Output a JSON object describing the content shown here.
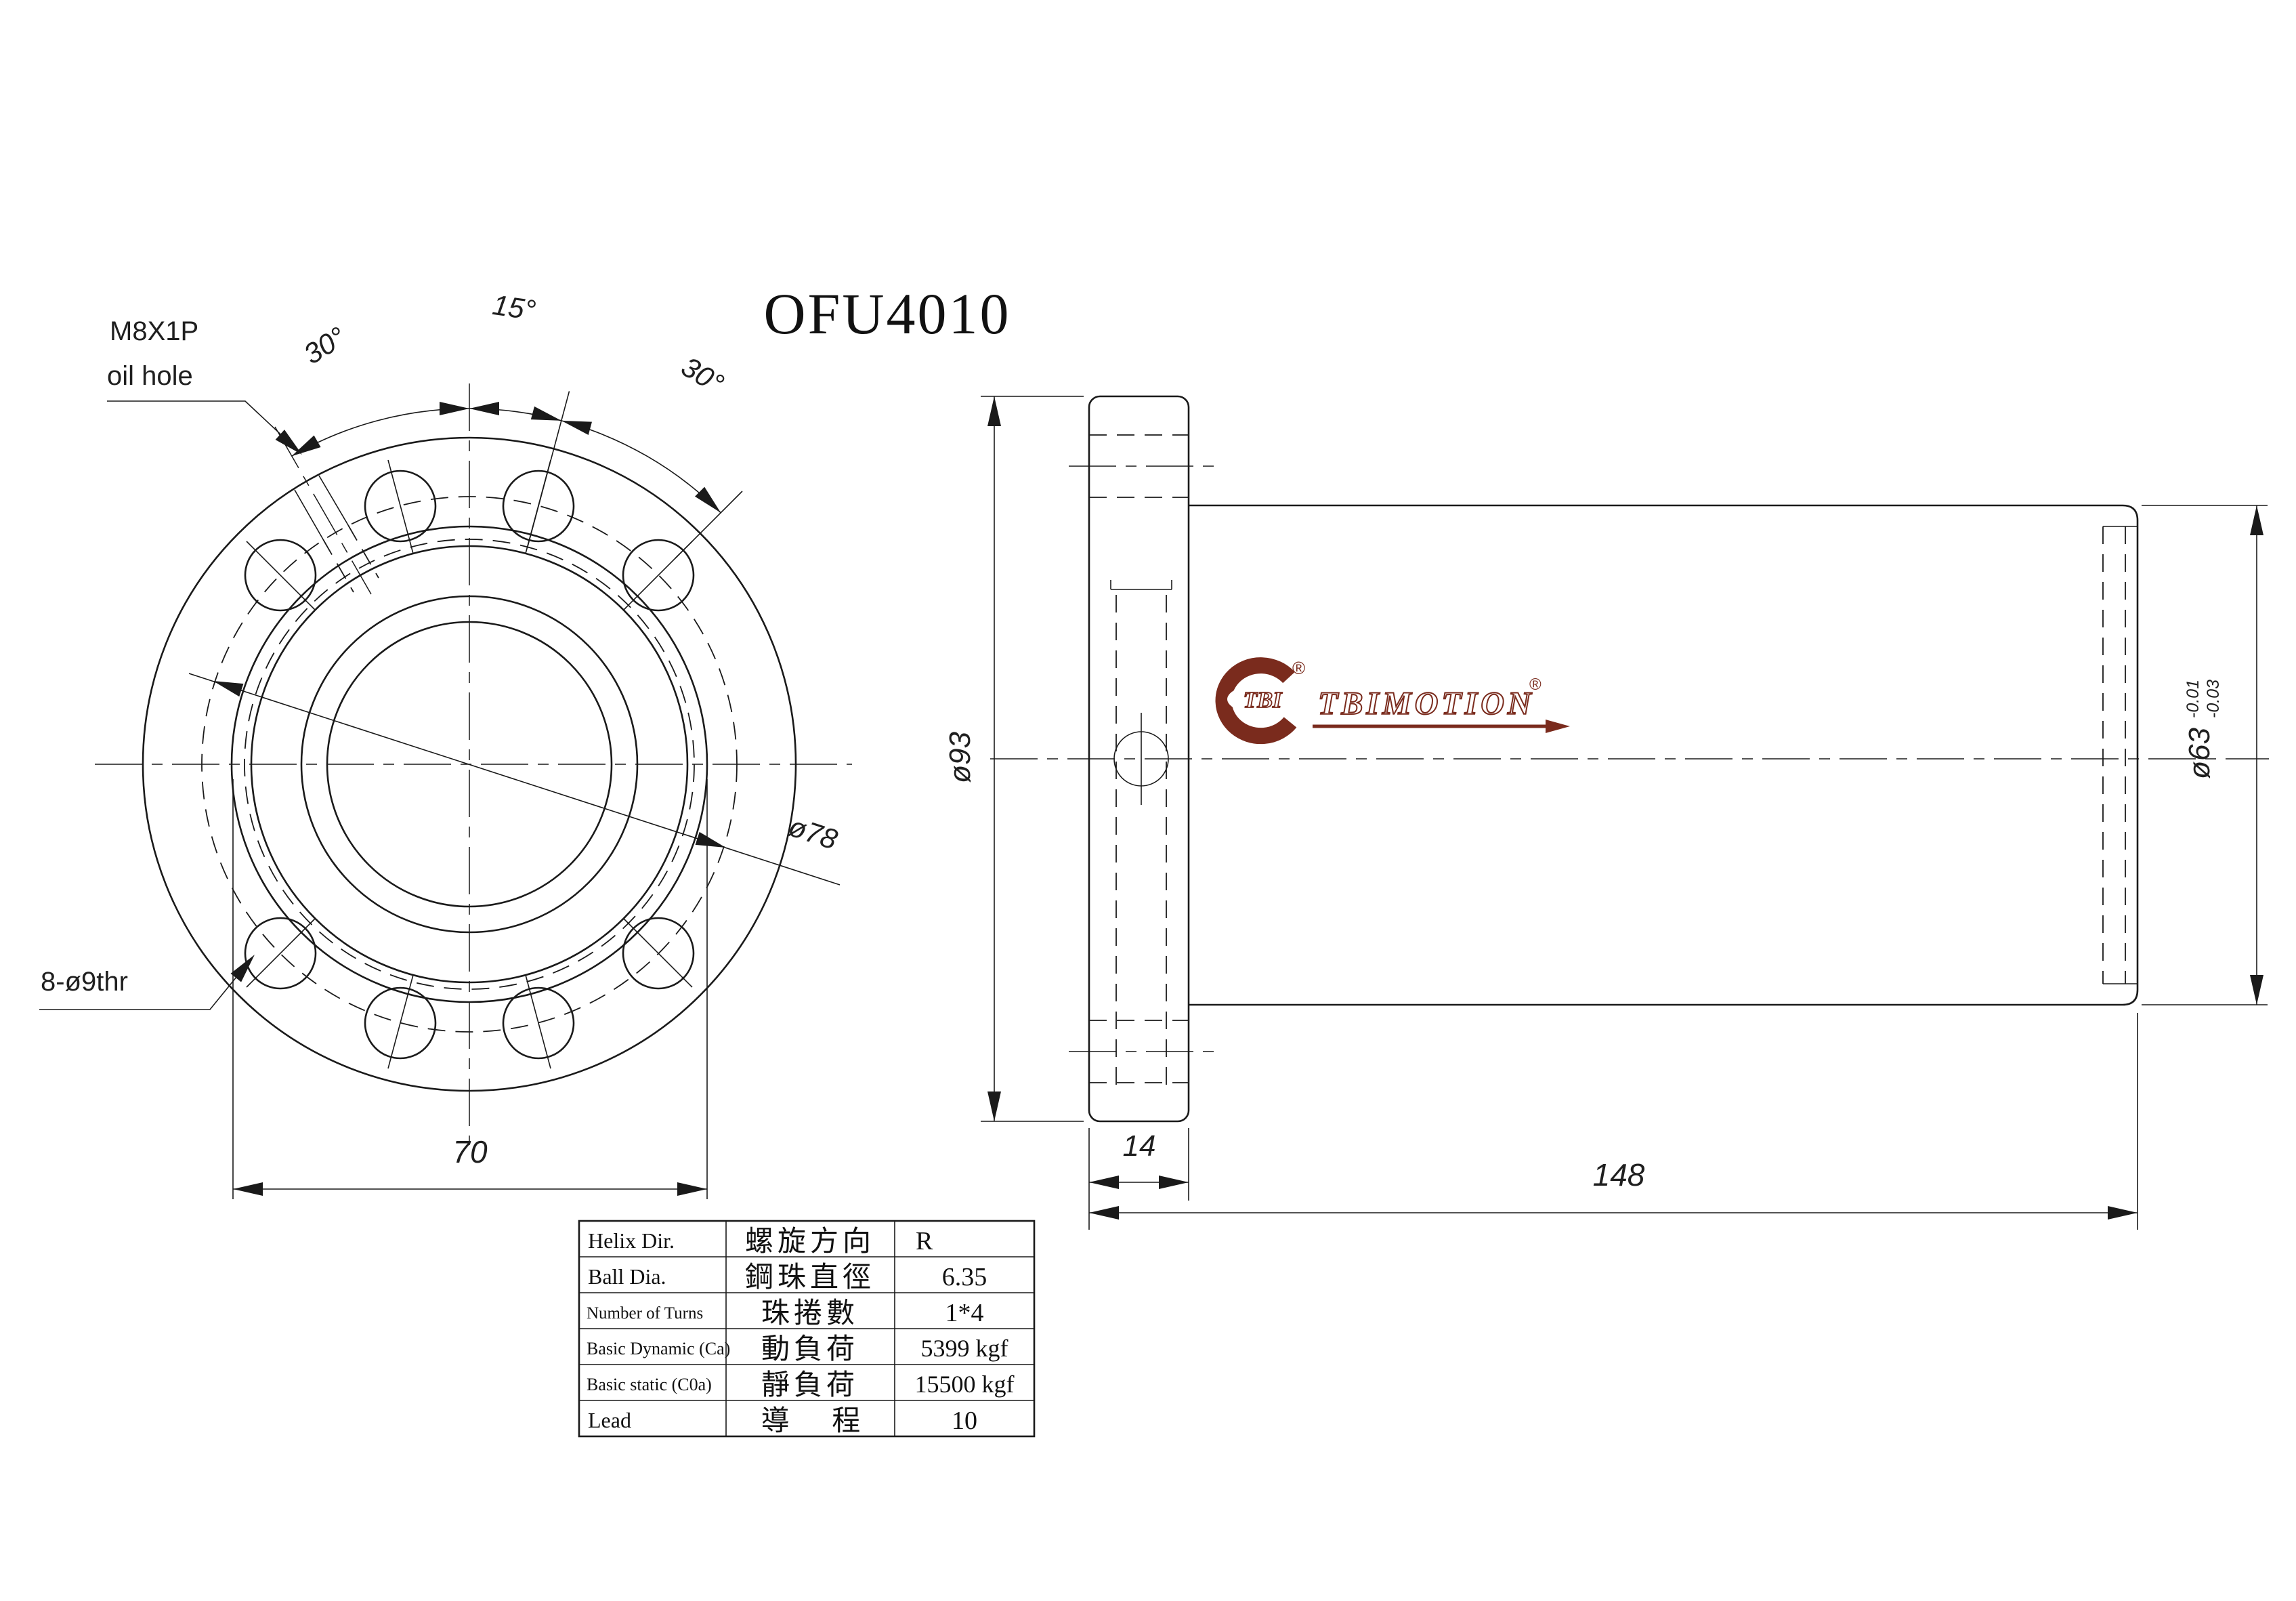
{
  "title": "OFU4010",
  "front_view": {
    "angle_left": "30°",
    "angle_mid": "15°",
    "angle_right": "30°",
    "oil_hole_label_1": "M8X1P",
    "oil_hole_label_2": "oil hole",
    "bolt_note": "8-ø9thr",
    "bolt_circle_dia": "ø78",
    "flat_width": "70"
  },
  "side_view": {
    "flange_od": "ø93",
    "flange_thickness": "14",
    "overall_length": "148",
    "body_od": "ø63",
    "body_od_tol_upper": "-0.01",
    "body_od_tol_lower": "-0.03"
  },
  "logo": {
    "mark": "TBI",
    "wordmark": "TBIMOTION",
    "registered": "®",
    "color": "#7a2b1d"
  },
  "spec_table": {
    "rows": [
      {
        "en": "Helix Dir.",
        "zh": "螺旋方向",
        "value": "R"
      },
      {
        "en": "Ball Dia.",
        "zh": "鋼珠直徑",
        "value": "6.35"
      },
      {
        "en": "Number of Turns",
        "zh": "珠捲數",
        "value": "1*4"
      },
      {
        "en": "Basic Dynamic (Ca)",
        "zh": "動負荷",
        "value": "5399 kgf"
      },
      {
        "en": "Basic static (C0a)",
        "zh": "靜負荷",
        "value": "15500 kgf"
      },
      {
        "en": "Lead",
        "zh": "導 程",
        "value": "10"
      }
    ]
  }
}
